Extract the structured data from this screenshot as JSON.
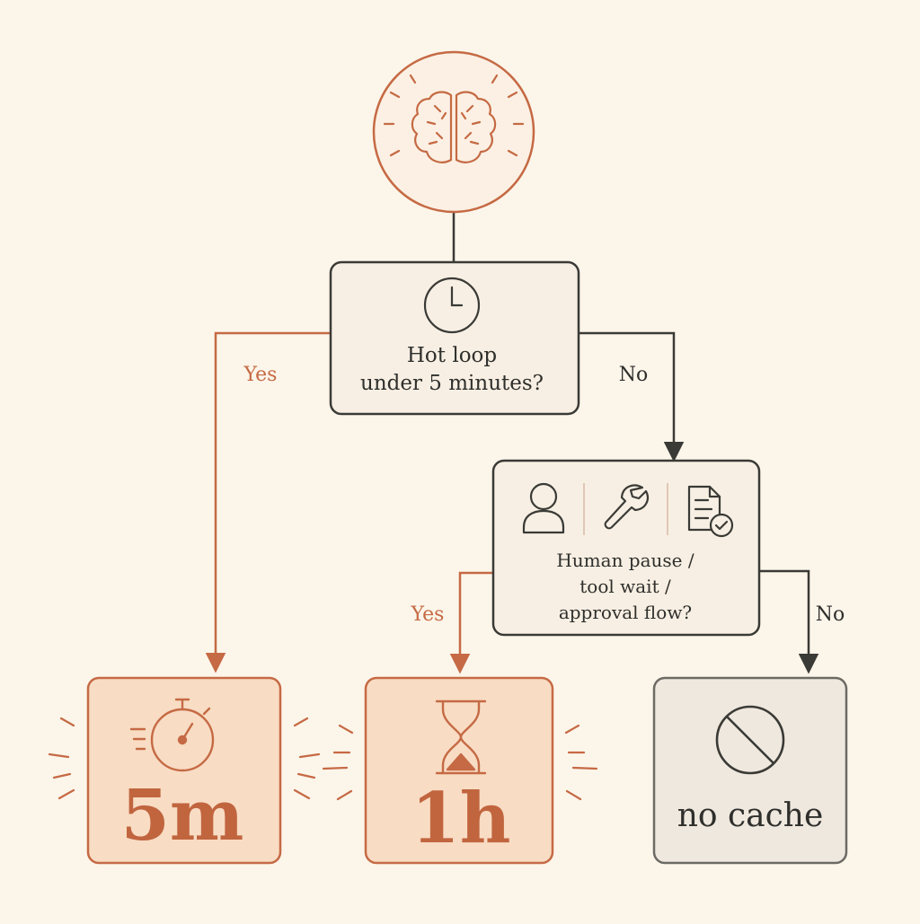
{
  "colors": {
    "background": "#fcf5ea",
    "accent": "#c56a44",
    "dark": "#3a3a36",
    "accent_box_fill": "#f8dcc4",
    "neutral_box_fill": "#efe8de",
    "question_box_fill": "#f7efe3"
  },
  "root": {
    "icon": "brain-icon"
  },
  "decision1": {
    "icon": "clock-icon",
    "line1": "Hot loop",
    "line2": "under 5 minutes?",
    "yes_label": "Yes",
    "no_label": "No"
  },
  "decision2": {
    "icons": [
      "person-icon",
      "wrench-icon",
      "document-check-icon"
    ],
    "line1": "Human pause /",
    "line2": "tool wait /",
    "line3": "approval flow?",
    "yes_label": "Yes",
    "no_label": "No"
  },
  "outcomes": {
    "five_min": {
      "icon": "stopwatch-icon",
      "label": "5m"
    },
    "one_hour": {
      "icon": "hourglass-icon",
      "label": "1h"
    },
    "no_cache": {
      "icon": "prohibited-icon",
      "label": "no cache"
    }
  }
}
